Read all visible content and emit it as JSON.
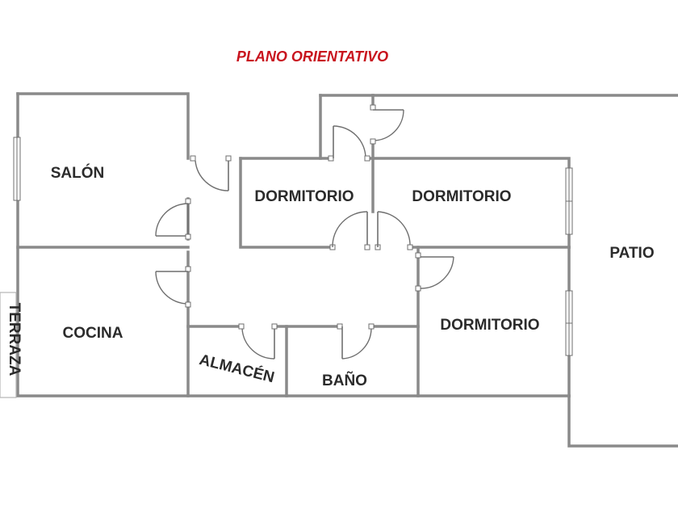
{
  "title": "PLANO ORIENTATIVO",
  "title_color": "#c8141e",
  "rooms": {
    "salon": "SALÓN",
    "cocina": "COCINA",
    "terraza": "TERRAZA",
    "almacen": "ALMACÉN",
    "bano": "BAÑO",
    "dormitorio_1": "DORMITORIO",
    "dormitorio_2": "DORMITORIO",
    "dormitorio_3": "DORMITORIO",
    "patio": "PATIO"
  },
  "colors": {
    "wall": "#8a8a8a",
    "label": "#2b2b2b"
  }
}
